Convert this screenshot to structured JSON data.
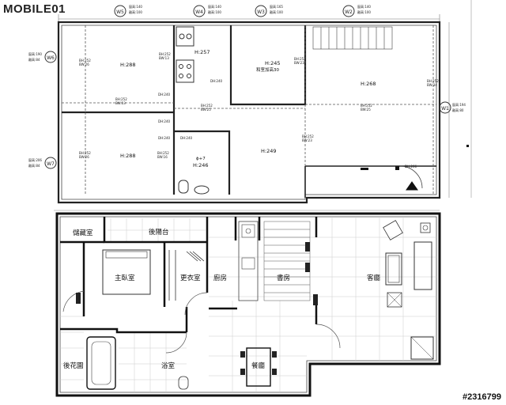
{
  "brand": "MOBILE01",
  "watermark": "#2316799",
  "top_plan": {
    "markers": [
      {
        "id": "W5",
        "note1": "窗高:140",
        "note2": "離高:100"
      },
      {
        "id": "W4",
        "note1": "窗高:140",
        "note2": "離高:100"
      },
      {
        "id": "W3",
        "note1": "窗高:165",
        "note2": "離高:100"
      },
      {
        "id": "W2",
        "note1": "窗高:140",
        "note2": "離高:100"
      },
      {
        "id": "W6",
        "note1": "窗高:190",
        "note2": "離高:84"
      },
      {
        "id": "W7",
        "note1": "窗高:206",
        "note2": "離高:84"
      },
      {
        "id": "W1",
        "note1": "窗高:194",
        "note2": "離高:80"
      }
    ],
    "ceilings": {
      "a": "H:288",
      "b": "H:257",
      "c": "H:245",
      "c_note": "和室加高30",
      "d": "H:268",
      "e": "H:288",
      "f": "H:246",
      "f_note": "ϕ+7",
      "g": "H:249"
    },
    "beams": {
      "b1a": "BH:252",
      "b1b": "BW:26",
      "b2a": "BH:252",
      "b2b": "BW:13",
      "b3a": "BH:252",
      "b3b": "BW:23",
      "b4a": "BH:252",
      "b4b": "BW:34",
      "b5a": "BH:252",
      "b5b": "BW:13",
      "b6a": "BH:252",
      "b6b": "BW:25",
      "b7a": "BH:252",
      "b7b": "BW:25",
      "b8a": "BH:252",
      "b8b": "BW:26",
      "b9a": "BH:252",
      "b9b": "BW:16",
      "b10a": "BH:252",
      "b10b": "BW:23"
    },
    "doors": {
      "d1": "DH:240",
      "d2": "DH:240",
      "d3": "DH:240",
      "d4": "DH:240",
      "d5": "DH:240",
      "d6": "DH:206"
    }
  },
  "bottom_plan": {
    "rooms": {
      "storage": "儲藏室",
      "rear_balcony": "後陽台",
      "master_bedroom": "主臥室",
      "closet": "更衣室",
      "kitchen": "廚房",
      "study": "書房",
      "living": "客廳",
      "rear_garden": "後花園",
      "bathroom": "浴室",
      "dining": "餐廳"
    }
  }
}
